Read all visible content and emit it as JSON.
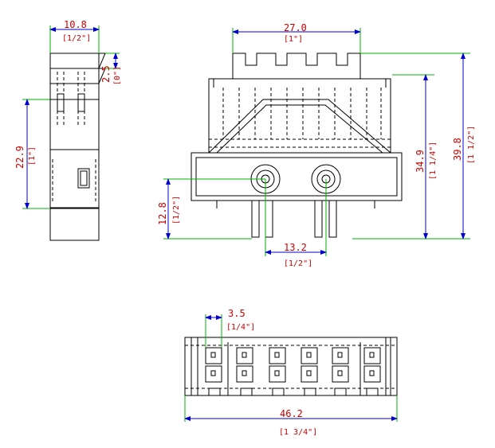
{
  "colors": {
    "outline": "#000000",
    "dimension_line": "#0000cc",
    "extension_line": "#00b000",
    "dimension_text": "#cc0000"
  },
  "dimensions": {
    "side_width": {
      "mm": "10.8",
      "inch": "[1/2\"]"
    },
    "side_tab": {
      "mm": "2.5",
      "inch": "[0\"]"
    },
    "side_height": {
      "mm": "22.9",
      "inch": "[1\"]"
    },
    "top_width": {
      "mm": "27.0",
      "inch": "[1\"]"
    },
    "front_height": {
      "mm": "34.9",
      "inch": "[1 1/4\"]"
    },
    "total_height": {
      "mm": "39.8",
      "inch": "[1 1/2\"]"
    },
    "hole_height": {
      "mm": "12.8",
      "inch": "[1/2\"]"
    },
    "pin_spacing": {
      "mm": "13.2",
      "inch": "[1/2\"]"
    },
    "pitch": {
      "mm": "3.5",
      "inch": "[1/4\"]"
    },
    "bottom_width": {
      "mm": "46.2",
      "inch": "[1 3/4\"]"
    }
  }
}
